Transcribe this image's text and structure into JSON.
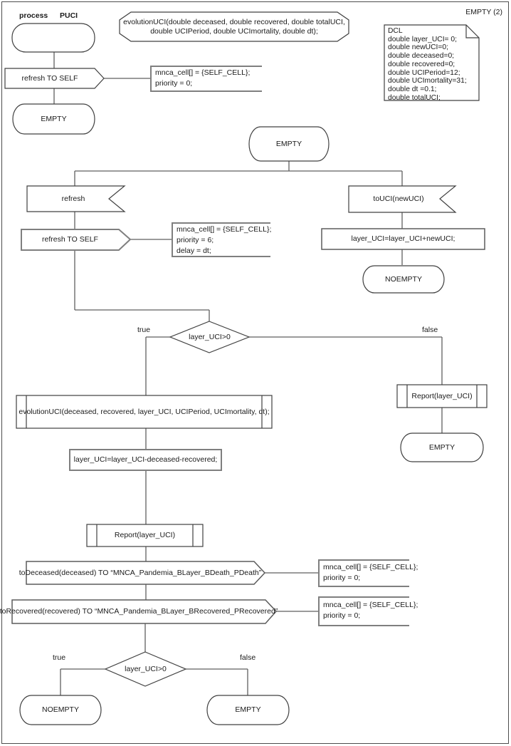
{
  "header": {
    "process_label": "process",
    "process_name": "PUCI",
    "page_label": "EMPTY (2)"
  },
  "declaration": {
    "line1": "evolutionUCI(double deceased, double recovered, double totalUCI,",
    "line2": "double UCIPeriod, double UCImortality, double dt);"
  },
  "dcl": {
    "lines": [
      "DCL",
      "double layer_UCI= 0;",
      "double newUCI=0;",
      "double deceased=0;",
      "double recovered=0;",
      "double UCIPeriod=12;",
      "double UCImortality=31;",
      "double dt =0.1;",
      "double totalUCI;"
    ]
  },
  "signals": {
    "refresh_to_self_1": "refresh TO SELF",
    "refresh_input": "refresh",
    "refresh_to_self_2": "refresh TO SELF",
    "touci_input": "toUCI(newUCI)",
    "to_deceased": "toDeceased(deceased) TO “MNCA_Pandemia_BLayer_BDeath_PDeath”",
    "to_recovered": "toRecovered(recovered) TO “MNCA_Pandemia_BLayer_BRecovered_PRecovered”"
  },
  "states": {
    "empty_top": "EMPTY",
    "empty_main": "EMPTY",
    "noempty_right": "NOEMPTY",
    "empty_false_branch": "EMPTY",
    "noempty_bottom": "NOEMPTY",
    "empty_bottom": "EMPTY"
  },
  "tasks": {
    "add_newuci": "layer_UCI=layer_UCI+newUCI;",
    "subtract": "layer_UCI=layer_UCI-deceased-recovered;"
  },
  "calls": {
    "evolution": "evolutionUCI(deceased, recovered, layer_UCI, UCIPeriod, UCImortality, dt);",
    "report_false": "Report(layer_UCI)",
    "report_main": "Report(layer_UCI)"
  },
  "decisions": {
    "d1": "layer_UCI>0",
    "d1_true": "true",
    "d1_false": "false",
    "d2": "layer_UCI>0",
    "d2_true": "true",
    "d2_false": "false"
  },
  "comments": {
    "c1": [
      "mnca_cell[] = {SELF_CELL};",
      "priority = 0;"
    ],
    "c2": [
      "mnca_cell[] = {SELF_CELL};",
      "priority = 6;",
      "delay = dt;"
    ],
    "c3": [
      "mnca_cell[] = {SELF_CELL};",
      "priority = 0;"
    ],
    "c4": [
      "mnca_cell[] = {SELF_CELL};",
      "priority = 0;"
    ]
  }
}
